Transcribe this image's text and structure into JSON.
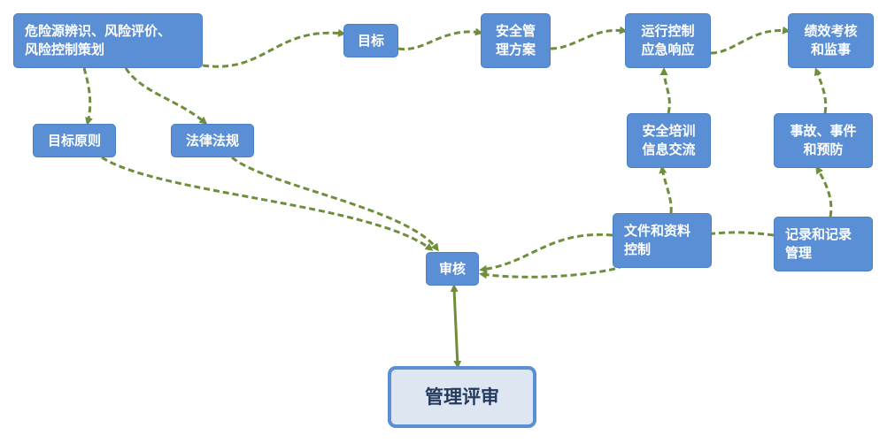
{
  "colors": {
    "box_fill": "#5B8FD5",
    "box_border": "#4A7FC4",
    "final_fill": "#DDE6F1",
    "final_border": "#5B8FD5",
    "final_text": "#243B5E",
    "arrow": "#6E8E3C"
  },
  "nodes": {
    "hazard_id": "危险源辨识、风险评价、\n风险控制策划",
    "objective": "目标",
    "safety_plan": "安全管\n理方案",
    "operation_control": "运行控制\n应急响应",
    "performance": "绩效考核\n和监事",
    "objective_principle": "目标原则",
    "laws_regulations": "法律法规",
    "training": "安全培训\n信息交流",
    "accident_prevention": "事故、事件\n和预防",
    "document_control": "文件和资料\n控制",
    "record_management": "记录和记录\n管理",
    "audit": "审核",
    "management_review": "管理评审"
  }
}
